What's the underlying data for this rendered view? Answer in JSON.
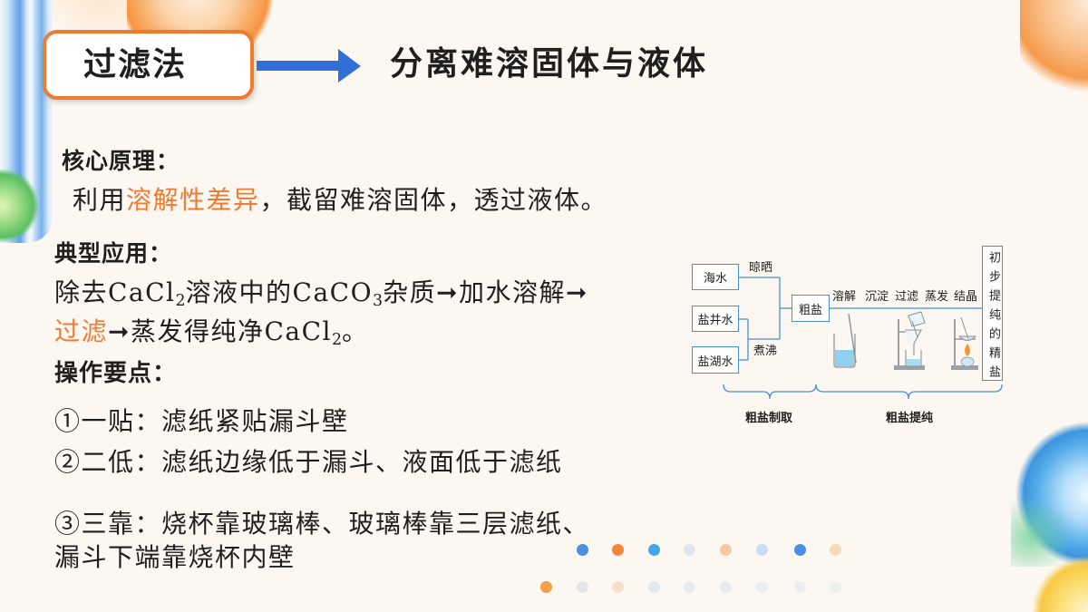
{
  "colors": {
    "background": "#fcf8f1",
    "accent": "#ef7b32",
    "arrow": "#2f6fd6",
    "diagram_line": "#4a8fd0",
    "text": "#1f1f1f"
  },
  "title": {
    "label": "过滤法",
    "subtitle": "分离难溶固体与液体"
  },
  "principle": {
    "heading": "核心原理：",
    "text_before": "利用",
    "highlight": "溶解性差异",
    "text_after": "，截留难溶固体，透过液体。"
  },
  "application": {
    "heading": "典型应用：",
    "line1": {
      "part1": "除去CaCl",
      "sub1": "2",
      "part2": "溶液中的CaCO",
      "sub2": "3",
      "part3": "杂质➞加水溶解➞"
    },
    "line2": {
      "highlight": "过滤",
      "part1": "➞蒸发得纯净CaCl",
      "sub1": "2",
      "part2": "。"
    }
  },
  "operation": {
    "heading": "操作要点：",
    "points": [
      {
        "lines": [
          "①一贴：滤纸紧贴漏斗壁"
        ]
      },
      {
        "lines": [
          "②二低：滤纸边缘低于漏斗、液面低于滤纸"
        ]
      },
      {
        "lines": [
          "③三靠：烧杯靠玻璃棒、玻璃棒靠三层滤纸、",
          "漏斗下端靠烧杯内壁"
        ]
      }
    ]
  },
  "diagram": {
    "sources": [
      "海水",
      "盐井水",
      "盐湖水"
    ],
    "method_drying": "晾晒",
    "method_boiling": "煮沸",
    "crude_salt": "粗盐",
    "steps": [
      "溶解",
      "沉淀",
      "过滤",
      "蒸发",
      "结晶"
    ],
    "refined_salt": "初步提纯的精盐",
    "stage_production": "粗盐制取",
    "stage_purification": "粗盐提纯"
  }
}
